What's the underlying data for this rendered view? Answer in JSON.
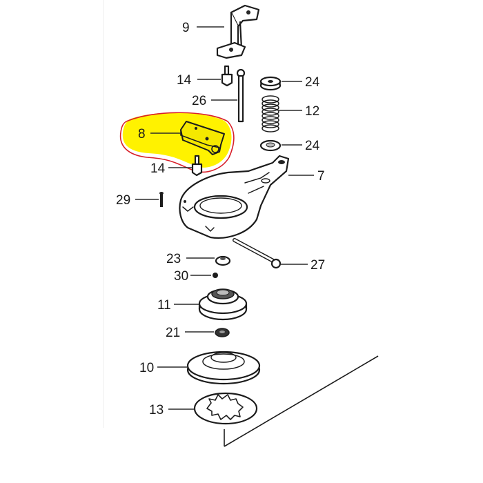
{
  "diagram": {
    "type": "exploded-parts-diagram",
    "highlight": {
      "part_number": "8",
      "fill_color": "#fff200",
      "outline_color": "#d8202a"
    },
    "callouts": [
      {
        "id": "9",
        "label": "9"
      },
      {
        "id": "14a",
        "label": "14"
      },
      {
        "id": "26",
        "label": "26"
      },
      {
        "id": "24a",
        "label": "24"
      },
      {
        "id": "12",
        "label": "12"
      },
      {
        "id": "24b",
        "label": "24"
      },
      {
        "id": "8",
        "label": "8"
      },
      {
        "id": "14b",
        "label": "14"
      },
      {
        "id": "7",
        "label": "7"
      },
      {
        "id": "29",
        "label": "29"
      },
      {
        "id": "23",
        "label": "23"
      },
      {
        "id": "27",
        "label": "27"
      },
      {
        "id": "30",
        "label": "30"
      },
      {
        "id": "11",
        "label": "11"
      },
      {
        "id": "21",
        "label": "21"
      },
      {
        "id": "10",
        "label": "10"
      },
      {
        "id": "13",
        "label": "13"
      }
    ],
    "parts": {
      "p9": "bracket",
      "p14": "bolt-nut",
      "p26": "long-bolt",
      "p24": "washer",
      "p12": "spring",
      "p8": "plate",
      "p7": "arm",
      "p29": "pin",
      "p23": "nut",
      "p27": "rod",
      "p30": "ball",
      "p11": "pulley",
      "p21": "collar",
      "p10": "disc",
      "p13": "lock-washer"
    }
  }
}
